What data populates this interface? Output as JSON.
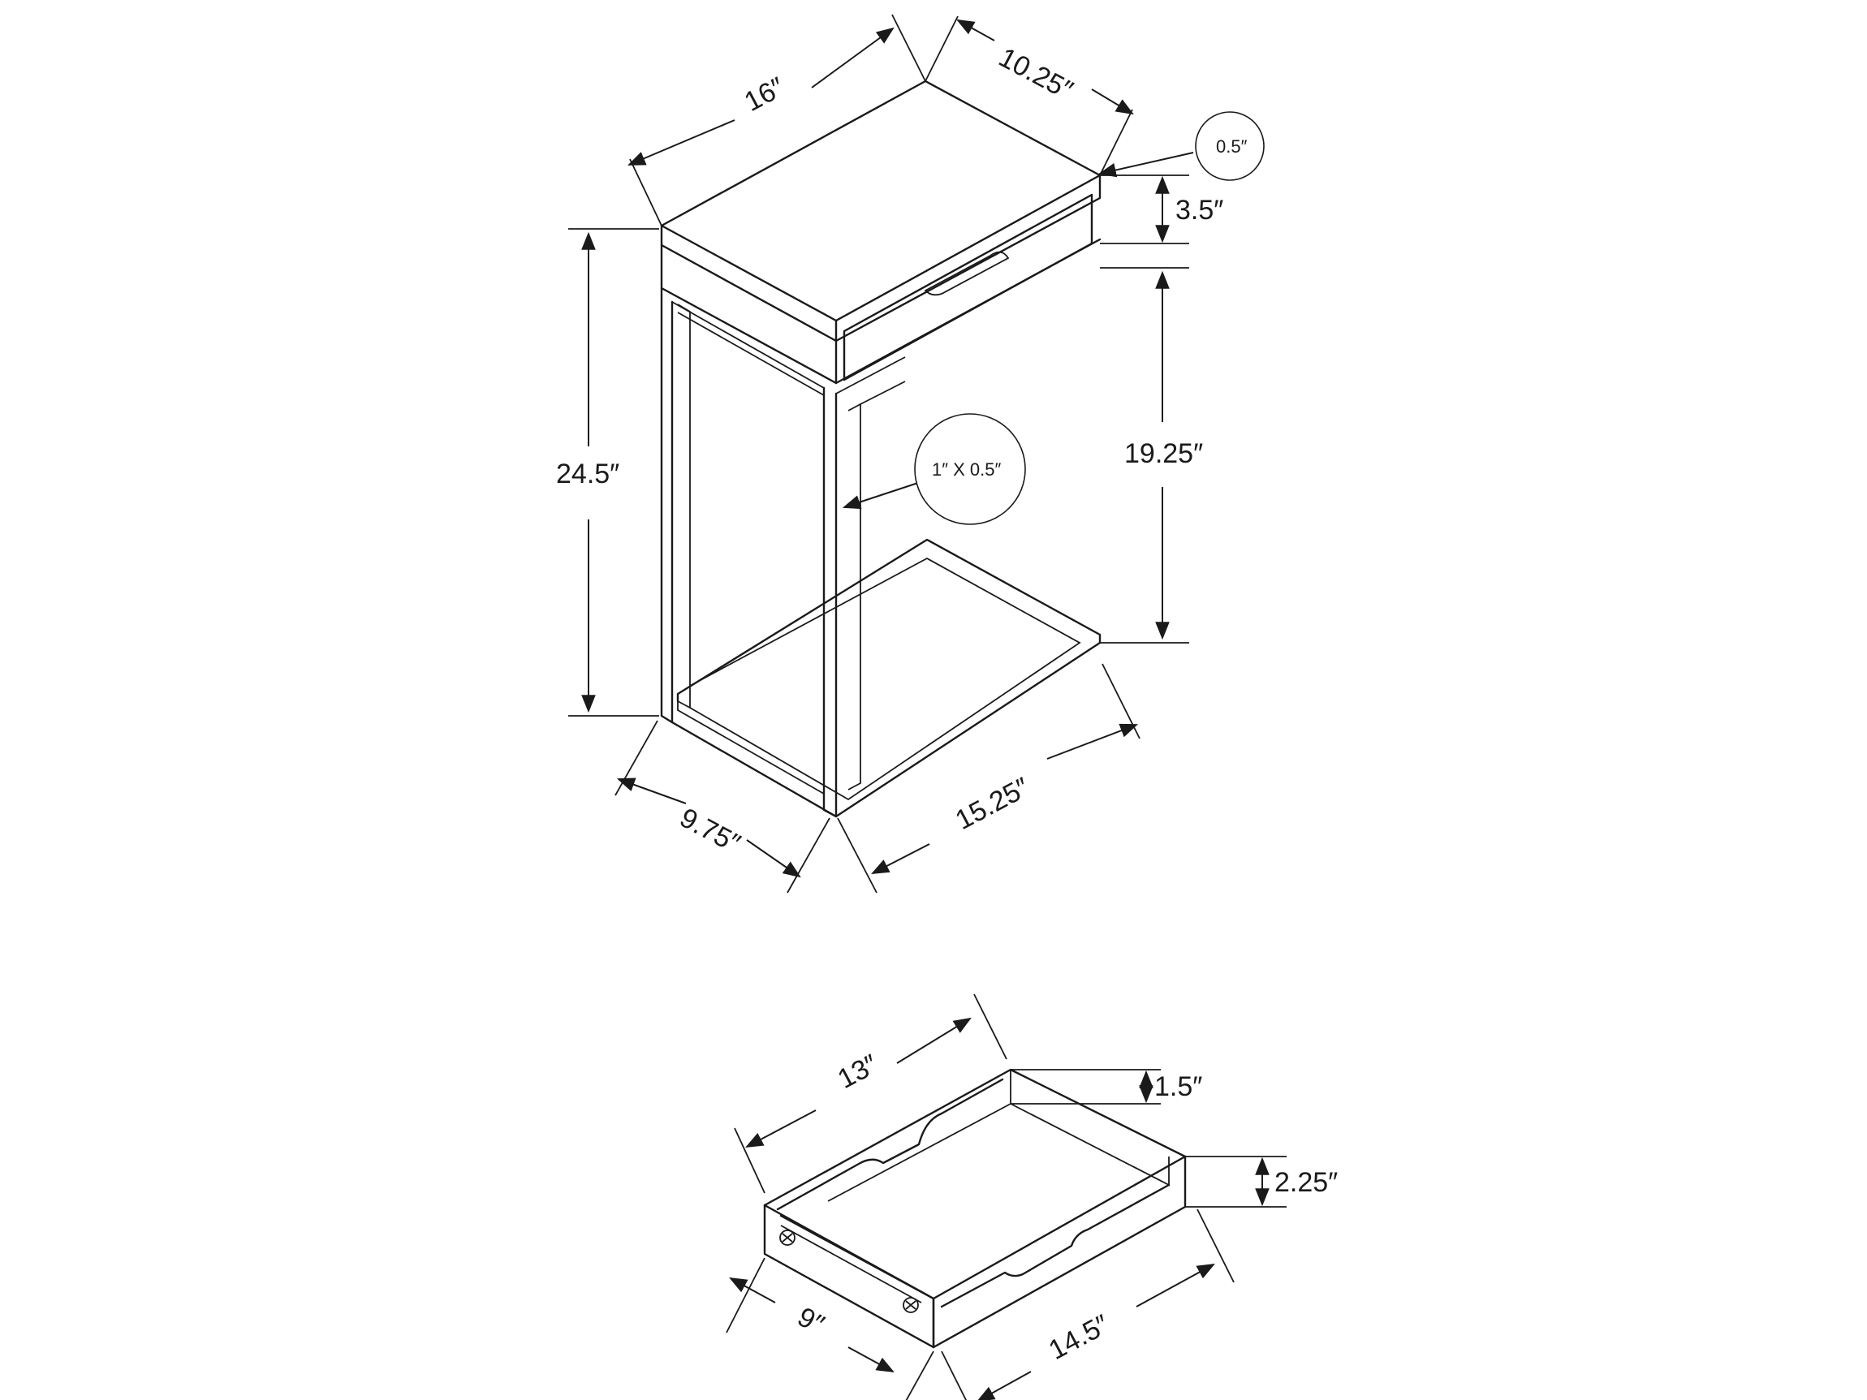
{
  "table": {
    "width_label": "16″",
    "depth_label": "10.25″",
    "top_thickness_label": "0.5″",
    "drawer_height_label": "3.5″",
    "height_label": "24.5″",
    "leg_clearance_label": "19.25″",
    "tube_size_label": "1″ X 0.5″",
    "base_depth_label": "9.75″",
    "base_width_label": "15.25″"
  },
  "drawer": {
    "length_label": "13″",
    "inner_height_label": "1.5″",
    "outer_height_label": "2.25″",
    "width_label": "9″",
    "front_length_label": "14.5″"
  }
}
